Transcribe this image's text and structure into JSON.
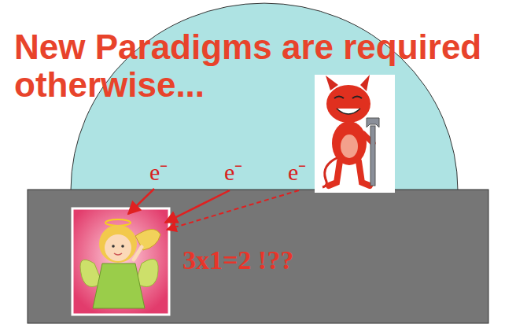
{
  "diagram": {
    "title": "New Paradigms are required otherwise...",
    "labels": [
      "e⁻",
      "e⁻",
      "e⁻",
      "3x1=2 !??"
    ]
  }
}
